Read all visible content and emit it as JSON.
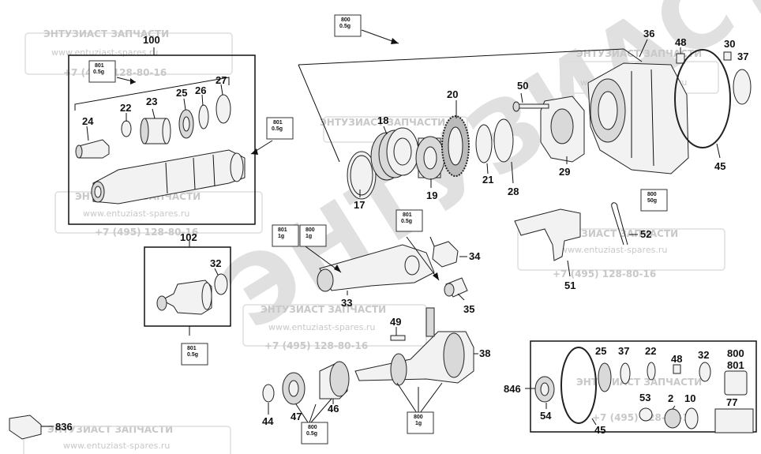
{
  "watermark": {
    "company": "ЭНТУЗИАСТ ЗАПЧАСТИ",
    "site": "www.entuziast-spares.ru",
    "phone": "+7 (495) 128-80-16",
    "diagonal": "ЭНТУЗИАСТ"
  },
  "grease_tags": [
    {
      "code": "800",
      "amount": "0.5g"
    },
    {
      "code": "801",
      "amount": "0.5g"
    },
    {
      "code": "801",
      "amount": "0.5g"
    },
    {
      "code": "801",
      "amount": "1g"
    },
    {
      "code": "800",
      "amount": "1g"
    },
    {
      "code": "801",
      "amount": "0.5g"
    },
    {
      "code": "800",
      "amount": "50g"
    },
    {
      "code": "801",
      "amount": "0.5g"
    },
    {
      "code": "800",
      "amount": "1g"
    },
    {
      "code": "800",
      "amount": "0.5g"
    }
  ],
  "callouts": [
    "100",
    "22",
    "23",
    "25",
    "26",
    "27",
    "24",
    "102",
    "32",
    "18",
    "20",
    "17",
    "19",
    "21",
    "28",
    "29",
    "36",
    "48",
    "30",
    "37",
    "50",
    "45",
    "52",
    "51",
    "34",
    "33",
    "35",
    "49",
    "38",
    "44",
    "47",
    "46",
    "836",
    "846",
    "54",
    "25",
    "37",
    "22",
    "48",
    "32",
    "800",
    "801",
    "45",
    "53",
    "2",
    "10",
    "77"
  ]
}
